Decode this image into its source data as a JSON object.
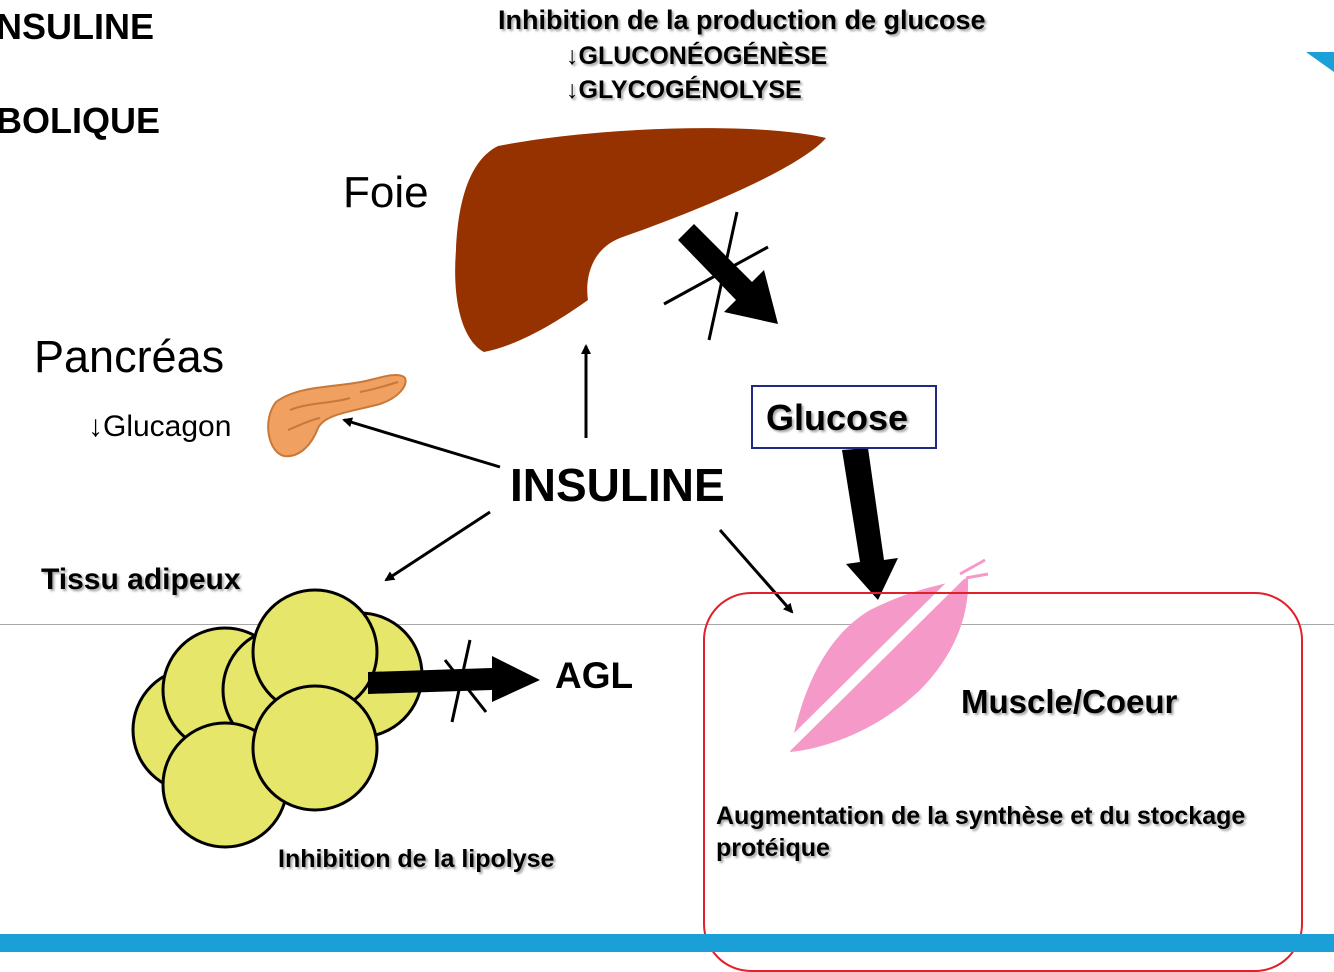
{
  "titles": {
    "line1": "NSULINE",
    "line2": "BOLIQUE"
  },
  "liver": {
    "header": "Inhibition de la production de glucose",
    "item1": "↓GLUCONÉOGÉNÈSE",
    "item2": "↓GLYCOGÉNOLYSE",
    "label": "Foie"
  },
  "pancreas": {
    "label": "Pancréas",
    "effect": "↓Glucagon"
  },
  "center": {
    "label": "INSULINE"
  },
  "glucose": {
    "label": "Glucose"
  },
  "adipose": {
    "label": "Tissu adipeux",
    "product": "AGL",
    "effect": "Inhibition de la lipolyse"
  },
  "muscle": {
    "label": "Muscle/Coeur",
    "effect": "Augmentation de la synthèse et du stockage protéique"
  },
  "colors": {
    "liver": "#963200",
    "fat_cell": "#e6e66a",
    "muscle": "#f59ac8",
    "pancreas": "#f0a060",
    "box_border": "#1f2a80",
    "muscle_box": "#e0202a",
    "footer_bar": "#1aa0d6"
  },
  "icons": [
    "liver-icon",
    "pancreas-icon",
    "fat-cells-icon",
    "muscle-icon",
    "blocked-arrow-icon",
    "corner-triangle-icon"
  ]
}
